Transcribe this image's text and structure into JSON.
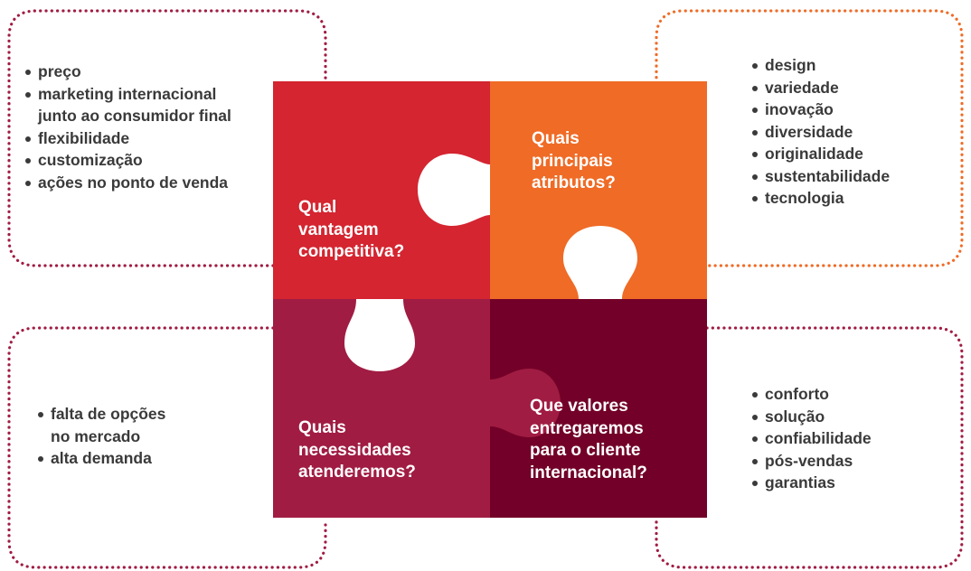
{
  "colors": {
    "red": "#D42530",
    "orange": "#EF6B26",
    "crimson": "#A01C43",
    "wine": "#730028",
    "dot_tl": "#A01C43",
    "dot_tr": "#EF6B26",
    "dot_bl": "#A01C43",
    "dot_br": "#A01C43",
    "text": "#3A3A3A"
  },
  "pieces": {
    "top_left": {
      "question": "Qual\nvantagem\ncompetitiva?"
    },
    "top_right": {
      "question": "Quais\nprincipais\natributos?"
    },
    "bottom_left": {
      "question": "Quais\nnecessidades\natenderemos?"
    },
    "bottom_right": {
      "question": "Que valores\nentregaremos\npara o cliente\ninternacional?"
    }
  },
  "lists": {
    "top_left": [
      "preço",
      "marketing internacional\njunto ao consumidor final",
      "flexibilidade",
      "customização",
      "ações no ponto de venda"
    ],
    "top_right": [
      "design",
      "variedade",
      "inovação",
      "diversidade",
      "originalidade",
      "sustentabilidade",
      "tecnologia"
    ],
    "bottom_left": [
      "falta de opções\nno mercado",
      "alta demanda"
    ],
    "bottom_right": [
      "conforto",
      "solução",
      "confiabilidade",
      "pós-vendas",
      "garantias"
    ]
  }
}
